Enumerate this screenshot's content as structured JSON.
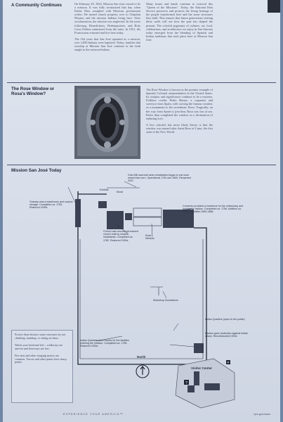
{
  "sections": {
    "community": {
      "title": "A Community Continues",
      "col1_p1": "On February 29, 1824, Mission San José ceased to be a mission. It was fully secularized that day when Father Díaz complied with Mexican government orders. He turned church property over to Chaplain Moynes and the mission Indians living here. After secularization, the mission was neglected. In the years following, Benedictines, Redemptorists, and Holy Cross Fathers ministered from the ruins. In 1931, the Franciscans returned and live here today.",
      "col1_p2": "The 164 years that San José operated as a mission, over 2,000 Indians were baptized. Today, families that worship at Mission San José continue in the faith taught to the mission Indians.",
      "col2_p1": "Many hearts and hands continue to restored this \"Queen of the Missions\". Today, the National Park Service preserves and protects the living heritage of the people transformed here and the stone structures they built. This ensures that future generations visiting these walls will see how the past has shaped the present. The colorful pageantry of cultures, art, food, celebrations, and architecture we enjoy in San Antonio today emerged from the blending of Spanish and Indian traditions that took place here at Mission San José."
    },
    "rose": {
      "title": "The Rose Window or Rosa's Window?",
      "p1": "The Rose Window is known as the premier example of Spanish Colonial ornamentation in the United States. Its sculptor and significance continue to be a mystery. Folklore credits Pedro Huizar, a carpenter and surveyor from Spain, with carving the famous window as a monument to his sweetheart, Rosa. Tragically, on her way from Spain to join him, Rosa was lost at sea. Pedro then completed the window as a declaration of enduring love.",
      "p2": "A less colorful, but more likely theory is that the window was named after Saint Rose of Lima, the first saint of the New World."
    },
    "today": {
      "title": "Mission San José Today"
    }
  },
  "map_labels": {
    "grist_mill": "Grist Mill was built when inhabitants began to eat more wheat than corn. Operational 1794 and 1809. Reopened 2001",
    "exhibits": "Exhibits",
    "mural": "Mural",
    "granary": "Granary was a warehouse and surplus storage. Completed ca. 1755. Restored 1930s",
    "convento": "Convento provided a residence for the missionary and lodging for visitors. Completed ca. 1756. Addition ca. 1760s. Modified 1859-1868",
    "church": "Church was second permanent church built by mission inhabitants. Completed ca. 1782. Restored 1930s",
    "rose_window": "Rose Window",
    "workshop": "Workshop foundations",
    "indian_quarters_open": "Indian Quarters (open to the public)",
    "bastion": "Bastion gave protection against Indian attack. Reconstructed 1930s",
    "indian_quarters": "Indian Quarters were homes for the families entering the mission. Completed ca. 1755. Restored 1930s",
    "north": "North",
    "visitor_center": "Visitor Center"
  },
  "caution": {
    "p1": "Protect these historic stone structures by not climbing, standing, or sitting on them.",
    "p2": "Watch your head and feet – walkways are uneven and doorways are low.",
    "p3": "Fire ants and other stinging insects are common. Yuccas and other plants have sharp points."
  },
  "footer": {
    "left": "EXPERIENCE YOUR AMERICA™",
    "right": "nps.gov/saan"
  },
  "colors": {
    "paper": "#dde3ed",
    "ink": "#3a4660",
    "background": "#6f86a6"
  }
}
